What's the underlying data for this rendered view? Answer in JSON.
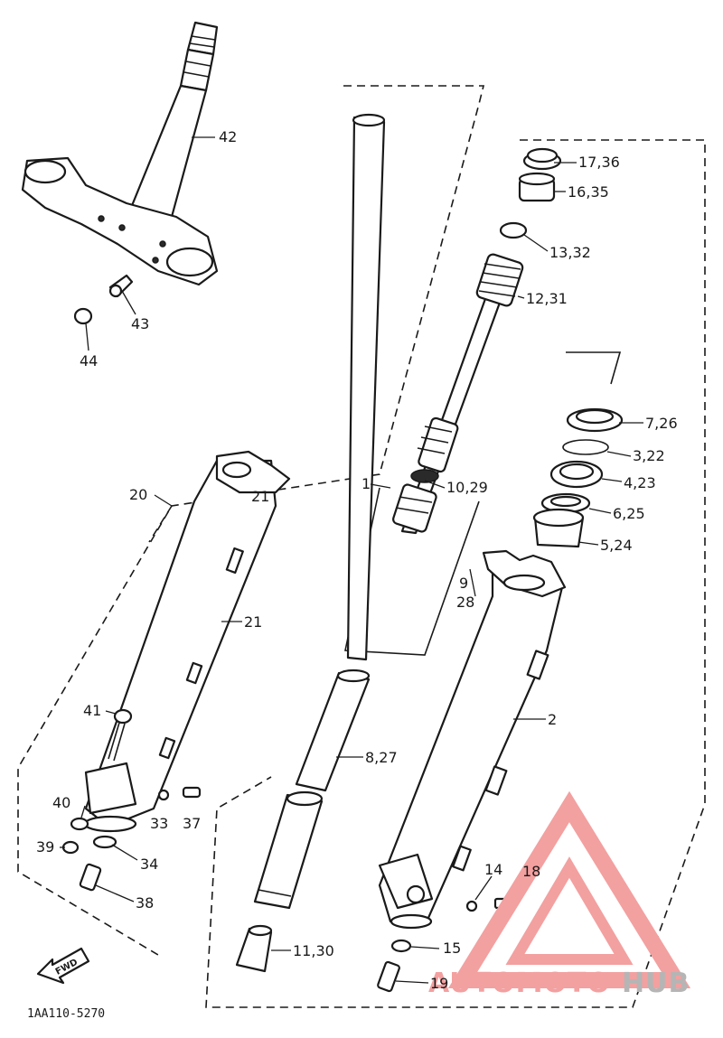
{
  "diagram_code": "1AA110-5270",
  "fwd_label": "FWD",
  "watermark": {
    "part1": "AUTOMOTO",
    "part2": "HUB",
    "accent_color": "#f3a0a0",
    "gray_color": "#b5b5b5"
  },
  "callouts": {
    "c1": "1",
    "c2": "2",
    "c20": "20",
    "c21": "21",
    "c42": "42",
    "c43": "43",
    "c44": "44",
    "c17": "17,36",
    "c16": "16,35",
    "c13": "13,32",
    "c12": "12,31",
    "c7": "7,26",
    "c3": "3,22",
    "c4": "4,23",
    "c6": "6,25",
    "c5": "5,24",
    "c10": "10,29",
    "c9a": "9",
    "c9b": "28",
    "c8": "8,27",
    "c11": "11,30",
    "c41": "41",
    "c40": "40",
    "c39": "39",
    "c33": "33",
    "c37": "37",
    "c34": "34",
    "c38": "38",
    "c14": "14",
    "c18": "18",
    "c15": "15",
    "c19": "19"
  }
}
